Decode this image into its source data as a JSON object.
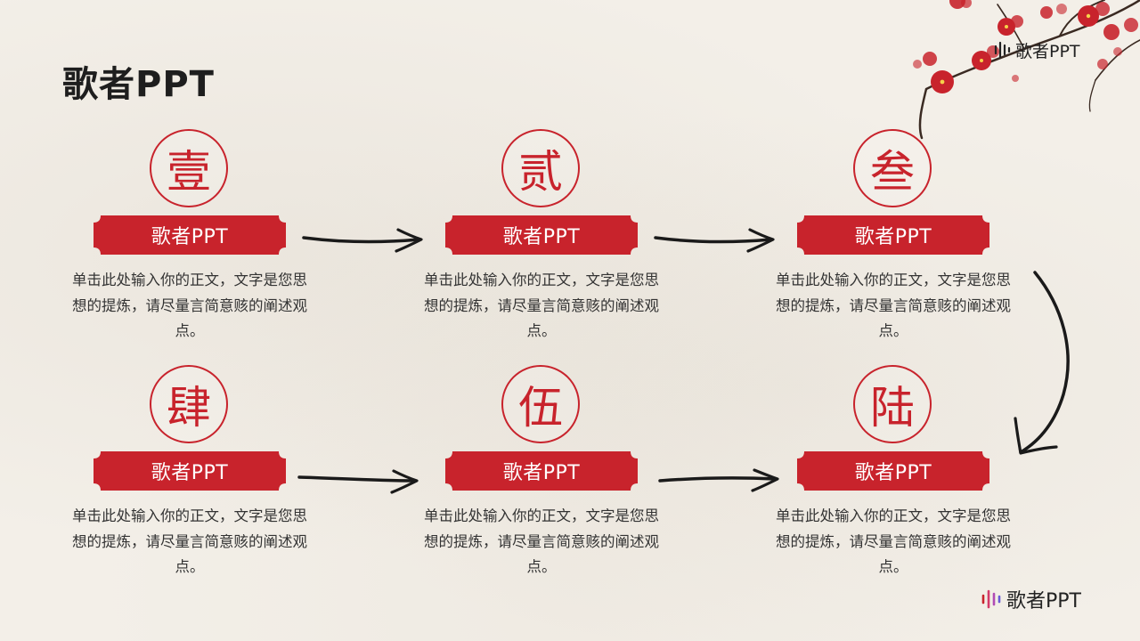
{
  "title": "歌者PPT",
  "brand": {
    "name": "歌者PPT"
  },
  "colors": {
    "accent": "#c8232c",
    "text": "#333333",
    "ink": "#1e1e1e"
  },
  "steps": [
    {
      "numeral": "壹",
      "label": "歌者PPT",
      "text": "单击此处输入你的正文，文字是您思想的提炼，请尽量言简意赅的阐述观点。"
    },
    {
      "numeral": "贰",
      "label": "歌者PPT",
      "text": "单击此处输入你的正文，文字是您思想的提炼，请尽量言简意赅的阐述观点。"
    },
    {
      "numeral": "叁",
      "label": "歌者PPT",
      "text": "单击此处输入你的正文，文字是您思想的提炼，请尽量言简意赅的阐述观点。"
    },
    {
      "numeral": "肆",
      "label": "歌者PPT",
      "text": "单击此处输入你的正文，文字是您思想的提炼，请尽量言简意赅的阐述观点。"
    },
    {
      "numeral": "伍",
      "label": "歌者PPT",
      "text": "单击此处输入你的正文，文字是您思想的提炼，请尽量言简意赅的阐述观点。"
    },
    {
      "numeral": "陆",
      "label": "歌者PPT",
      "text": "单击此处输入你的正文，文字是您思想的提炼，请尽量言简意赅的阐述观点。"
    }
  ]
}
